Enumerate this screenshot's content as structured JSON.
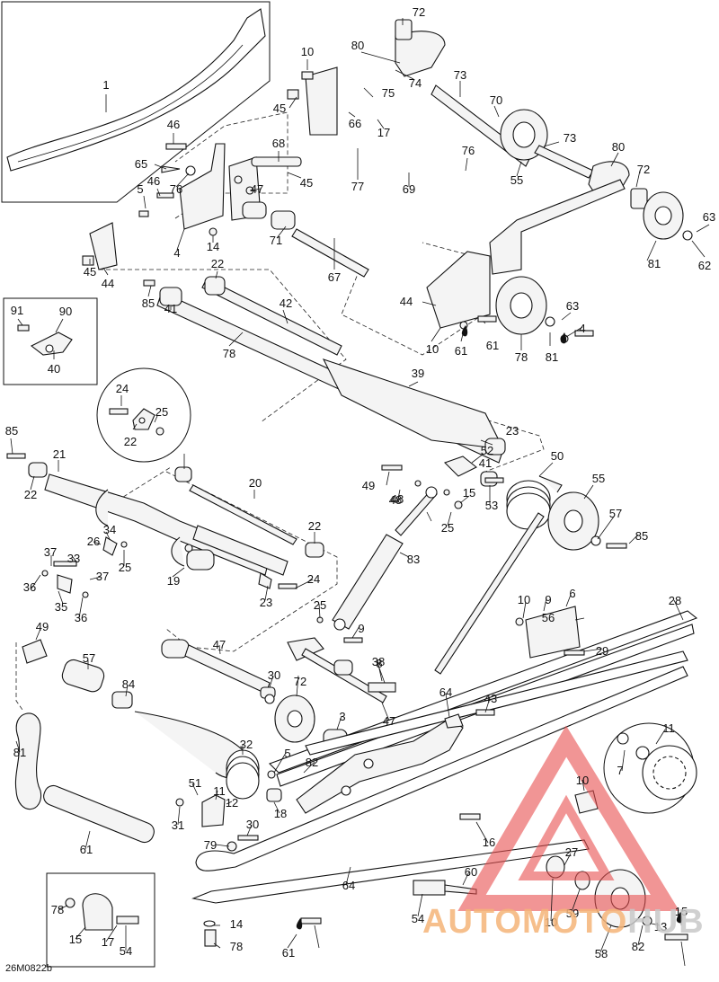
{
  "diagram": {
    "drawing_code": "26M0822b",
    "watermark": {
      "part1": "AUTOMOTO",
      "part2": "HUB"
    },
    "callouts": [
      "1",
      "10",
      "72",
      "80",
      "74",
      "75",
      "73",
      "70",
      "45",
      "66",
      "17",
      "73",
      "80",
      "72",
      "46",
      "65",
      "76",
      "68",
      "76",
      "77",
      "69",
      "55",
      "63",
      "45",
      "47",
      "62",
      "5",
      "46",
      "14",
      "71",
      "4",
      "81",
      "67",
      "44",
      "22",
      "42",
      "44",
      "63",
      "45",
      "85",
      "41",
      "61",
      "91",
      "90",
      "40",
      "78",
      "78",
      "61",
      "81",
      "4",
      "10",
      "39",
      "24",
      "25",
      "22",
      "23",
      "85",
      "21",
      "22",
      "52",
      "41",
      "20",
      "50",
      "49",
      "48",
      "15",
      "55",
      "53",
      "57",
      "85",
      "22",
      "34",
      "26",
      "25",
      "33",
      "48",
      "25",
      "37",
      "37",
      "36",
      "24",
      "83",
      "19",
      "23",
      "36",
      "35",
      "25",
      "10",
      "9",
      "6",
      "28",
      "49",
      "9",
      "56",
      "47",
      "8",
      "29",
      "57",
      "30",
      "84",
      "72",
      "3",
      "64",
      "43",
      "47",
      "38",
      "32",
      "5",
      "81",
      "82",
      "11",
      "7",
      "51",
      "11",
      "10",
      "12",
      "31",
      "30",
      "61",
      "18",
      "16",
      "79",
      "64",
      "27",
      "60",
      "54",
      "10",
      "59",
      "78",
      "13",
      "15",
      "15",
      "14",
      "17",
      "54",
      "78",
      "82",
      "61",
      "58"
    ]
  }
}
